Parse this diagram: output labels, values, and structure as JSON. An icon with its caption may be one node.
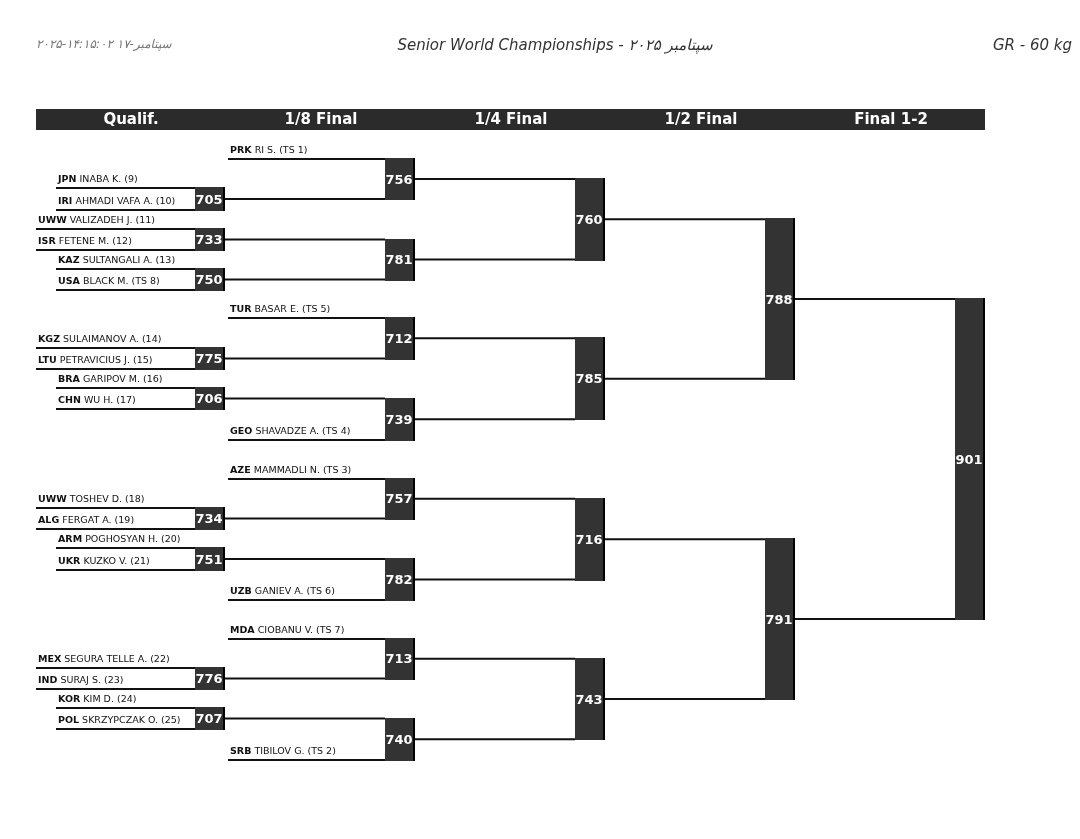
{
  "diagram": {
    "title": "Senior World Championships - سپتامبر ۲۰۲۵",
    "nodes": [
      {
        "text": [
          "**PRK** RI S. (TS 1)"
        ]
      },
      {
        "text": [
          "**JPN** INABA K. (9)"
        ]
      },
      {
        "text": [
          "**IRI** AHMADI VAFA A. (10)"
        ]
      },
      {
        "text": [
          "**UWW** VALIZADEH J. (11)"
        ]
      },
      {
        "text": [
          "**ISR** FETENE M. (12)"
        ]
      },
      {
        "text": [
          "**KAZ** SULTANGALI A. (13)"
        ]
      },
      {
        "text": [
          "**USA** BLACK M. (TS 8)"
        ]
      },
      {
        "text": [
          "**TUR** BASAR E. (TS 5)"
        ]
      },
      {
        "text": [
          "**KGZ** SULAIMANOV A. (14)"
        ]
      },
      {
        "text": [
          "**LTU** PETRAVICIUS J. (15)"
        ]
      },
      {
        "text": [
          "**BRA** GARIPOV M. (16)"
        ]
      },
      {
        "text": [
          "**CHN** WU H. (17)"
        ]
      },
      {
        "text": [
          "**GEO** SHAVADZE A. (TS 4)"
        ]
      },
      {
        "text": [
          "**AZE** MAMMADLI N. (TS 3)"
        ]
      },
      {
        "text": [
          "**UWW** TOSHEV D. (18)"
        ]
      },
      {
        "text": [
          "**ALG** FERGAT A. (19)"
        ]
      },
      {
        "text": [
          "**ARM** POGHOSYAN H. (20)"
        ]
      },
      {
        "text": [
          "**UKR** KUZKO V. (21)"
        ]
      },
      {
        "text": [
          "**UZB** GANIEV A. (TS 6)"
        ]
      },
      {
        "text": [
          "**MDA** CIOBANU V. (TS 7)"
        ]
      },
      {
        "text": [
          "**MEX** SEGURA TELLE A. (22)"
        ]
      },
      {
        "text": [
          "**IND** SURAJ S. (23)"
        ]
      },
      {
        "text": [
          "**KOR** KIM D. (24)"
        ]
      },
      {
        "text": [
          "**POL** SKRZYPCZAK O. (25)"
        ]
      },
      {
        "text": [
          "**SRB** TIBILOV G. (TS 2)"
        ]
      },
      {
        "text": [
          "705"
        ]
      },
      {
        "text": [
          "733"
        ]
      },
      {
        "text": [
          "750"
        ]
      },
      {
        "text": [
          "775"
        ]
      },
      {
        "text": [
          "706"
        ]
      },
      {
        "text": [
          "734"
        ]
      },
      {
        "text": [
          "751"
        ]
      },
      {
        "text": [
          "776"
        ]
      },
      {
        "text": [
          "707"
        ]
      },
      {
        "text": [
          "756"
        ]
      },
      {
        "text": [
          "781"
        ]
      },
      {
        "text": [
          "712"
        ]
      },
      {
        "text": [
          "739"
        ]
      },
      {
        "text": [
          "757"
        ]
      },
      {
        "text": [
          "782"
        ]
      },
      {
        "text": [
          "713"
        ]
      },
      {
        "text": [
          "740"
        ]
      },
      {
        "text": [
          "760"
        ]
      },
      {
        "text": [
          "785"
        ]
      },
      {
        "text": [
          "716"
        ]
      },
      {
        "text": [
          "743"
        ]
      },
      {
        "text": [
          "788"
        ]
      },
      {
        "text": [
          "791"
        ]
      },
      {
        "text": [
          "901"
        ]
      }
    ],
    "edges": [
      {
        "from": 0,
        "to": 34,
        "arrow": "none"
      },
      {
        "from": 1,
        "to": 25,
        "arrow": "none"
      },
      {
        "from": 2,
        "to": 25,
        "arrow": "none"
      },
      {
        "from": 25,
        "to": 34,
        "arrow": "none"
      },
      {
        "from": 3,
        "to": 26,
        "arrow": "none"
      },
      {
        "from": 4,
        "to": 26,
        "arrow": "none"
      },
      {
        "from": 5,
        "to": 27,
        "arrow": "none"
      },
      {
        "from": 6,
        "to": 27,
        "arrow": "none"
      },
      {
        "from": 26,
        "to": 35,
        "arrow": "none"
      },
      {
        "from": 27,
        "to": 35,
        "arrow": "none"
      },
      {
        "from": 7,
        "to": 36,
        "arrow": "none"
      },
      {
        "from": 8,
        "to": 28,
        "arrow": "none"
      },
      {
        "from": 9,
        "to": 28,
        "arrow": "none"
      },
      {
        "from": 28,
        "to": 36,
        "arrow": "none"
      },
      {
        "from": 10,
        "to": 29,
        "arrow": "none"
      },
      {
        "from": 11,
        "to": 29,
        "arrow": "none"
      },
      {
        "from": 29,
        "to": 37,
        "arrow": "none"
      },
      {
        "from": 12,
        "to": 37,
        "arrow": "none"
      },
      {
        "from": 13,
        "to": 38,
        "arrow": "none"
      },
      {
        "from": 14,
        "to": 30,
        "arrow": "none"
      },
      {
        "from": 15,
        "to": 30,
        "arrow": "none"
      },
      {
        "from": 30,
        "to": 38,
        "arrow": "none"
      },
      {
        "from": 16,
        "to": 31,
        "arrow": "none"
      },
      {
        "from": 17,
        "to": 31,
        "arrow": "none"
      },
      {
        "from": 31,
        "to": 39,
        "arrow": "none"
      },
      {
        "from": 18,
        "to": 39,
        "arrow": "none"
      },
      {
        "from": 19,
        "to": 40,
        "arrow": "none"
      },
      {
        "from": 20,
        "to": 32,
        "arrow": "none"
      },
      {
        "from": 21,
        "to": 32,
        "arrow": "none"
      },
      {
        "from": 32,
        "to": 40,
        "arrow": "none"
      },
      {
        "from": 22,
        "to": 33,
        "arrow": "none"
      },
      {
        "from": 23,
        "to": 33,
        "arrow": "none"
      },
      {
        "from": 33,
        "to": 41,
        "arrow": "none"
      },
      {
        "from": 24,
        "to": 41,
        "arrow": "none"
      },
      {
        "from": 34,
        "to": 42,
        "arrow": "none"
      },
      {
        "from": 35,
        "to": 42,
        "arrow": "none"
      },
      {
        "from": 36,
        "to": 43,
        "arrow": "none"
      },
      {
        "from": 37,
        "to": 43,
        "arrow": "none"
      },
      {
        "from": 38,
        "to": 44,
        "arrow": "none"
      },
      {
        "from": 39,
        "to": 44,
        "arrow": "none"
      },
      {
        "from": 40,
        "to": 45,
        "arrow": "none"
      },
      {
        "from": 41,
        "to": 45,
        "arrow": "none"
      },
      {
        "from": 42,
        "to": 46,
        "arrow": "none"
      },
      {
        "from": 43,
        "to": 46,
        "arrow": "none"
      },
      {
        "from": 44,
        "to": 47,
        "arrow": "none"
      },
      {
        "from": 45,
        "to": 47,
        "arrow": "none"
      },
      {
        "from": 46,
        "to": 48,
        "arrow": "none"
      },
      {
        "from": 47,
        "to": 48,
        "arrow": "none"
      }
    ],
    "labels": [
      "سپتامبر-۱۷ ۱۴:۱۵:۰۲-۲۰۲۵",
      "GR - 60 kg",
      "Qualif.",
      "1/8 Final",
      "1/4 Final",
      "1/2 Final",
      "Final 1-2"
    ]
  }
}
